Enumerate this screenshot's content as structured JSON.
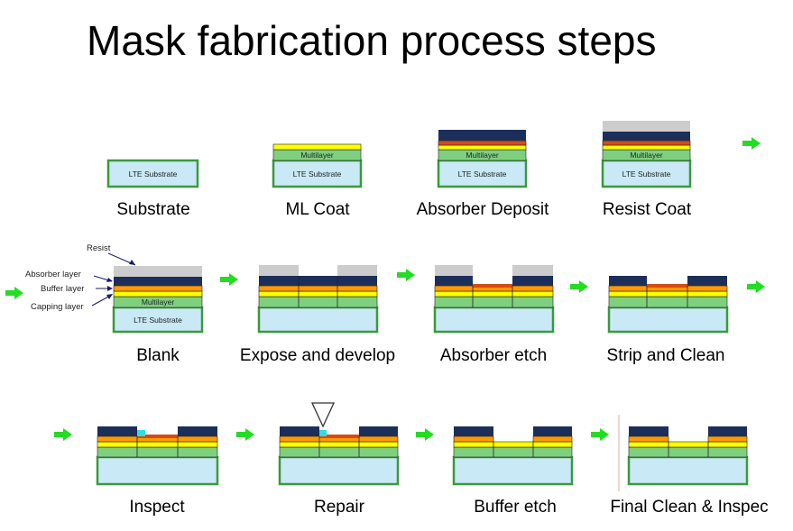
{
  "title": "Mask fabrication process steps",
  "substrate_label": "LTE Substrate",
  "multilayer_label": "Multilayer",
  "side_labels": {
    "resist": "Resist",
    "absorber": "Absorber layer",
    "buffer": "Buffer layer",
    "capping": "Capping layer"
  },
  "steps": [
    {
      "label": "Substrate"
    },
    {
      "label": "ML Coat"
    },
    {
      "label": "Absorber Deposit"
    },
    {
      "label": "Resist Coat"
    },
    {
      "label": "Blank"
    },
    {
      "label": "Expose and develop"
    },
    {
      "label": "Absorber etch"
    },
    {
      "label": "Strip and Clean"
    },
    {
      "label": "Inspect"
    },
    {
      "label": "Repair"
    },
    {
      "label": "Buffer etch"
    },
    {
      "label": "Final Clean & Inspec"
    }
  ],
  "colors": {
    "substrate_fill": "#c9e9f6",
    "substrate_border": "#3a9a3a",
    "multilayer": "#7ed07e",
    "capping": "#ffff00",
    "buffer": "#ff9900",
    "buffer_dark": "#d84a14",
    "absorber": "#1b2f5a",
    "resist": "#cccccc",
    "defect": "#33dddd",
    "arrow": "#22dd22"
  }
}
